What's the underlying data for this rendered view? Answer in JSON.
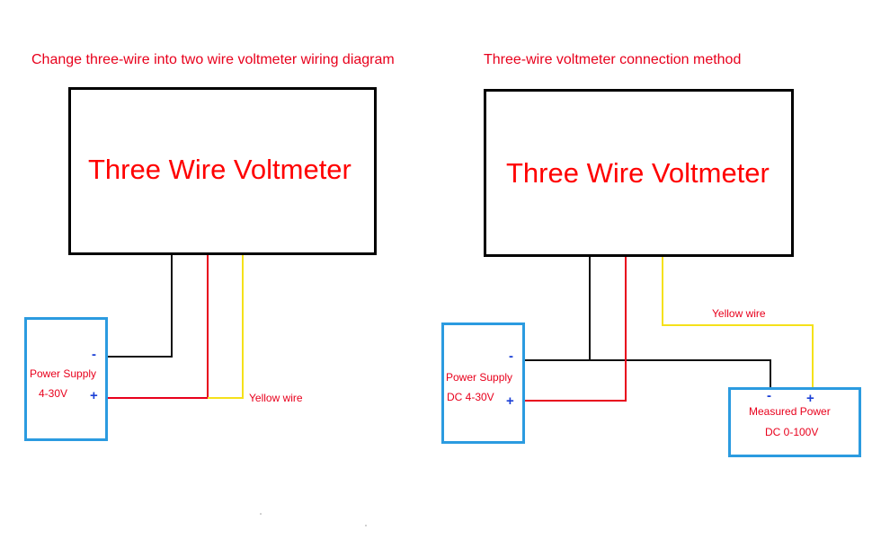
{
  "left_diagram": {
    "title": "Change three-wire into two wire voltmeter wiring diagram",
    "meter_label": "Three Wire Voltmeter",
    "power_supply": {
      "label_line1": "Power Supply",
      "label_line2": "4-30V",
      "minus": "-",
      "plus": "+"
    },
    "yellow_wire_label": "Yellow wire"
  },
  "right_diagram": {
    "title": "Three-wire voltmeter connection method",
    "meter_label": "Three Wire Voltmeter",
    "power_supply": {
      "label_line1": "Power Supply",
      "label_line2": "DC 4-30V",
      "minus": "-",
      "plus": "+"
    },
    "measured_power": {
      "label_line1": "Measured Power",
      "label_line2": "DC 0-100V",
      "minus": "-",
      "plus": "+"
    },
    "yellow_wire_label": "Yellow wire"
  },
  "colors": {
    "title_red": "#e8001c",
    "meter_text_red": "#ff0000",
    "box_blue": "#2b9be0",
    "sign_blue": "#1a3fd6",
    "wire_black": "#111111",
    "wire_red": "#e8001c",
    "wire_yellow": "#f5e11a"
  }
}
